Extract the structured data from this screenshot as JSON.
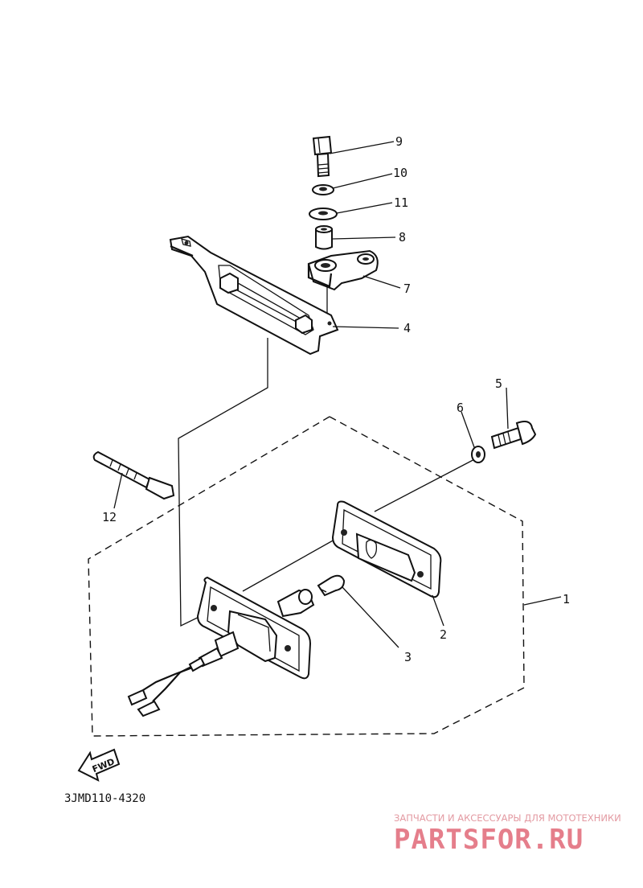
{
  "diagram": {
    "callouts": [
      "1",
      "2",
      "3",
      "4",
      "5",
      "6",
      "7",
      "8",
      "9",
      "10",
      "11",
      "12"
    ],
    "drawing_code": "3JMD110-4320",
    "direction_label": "FWD"
  },
  "watermark": {
    "tagline": "ЗАПЧАСТИ И АКСЕССУАРЫ ДЛЯ МОТОТЕХНИКИ",
    "brand": "PARTSFOR.RU",
    "brand_color": "#e57e8b"
  }
}
